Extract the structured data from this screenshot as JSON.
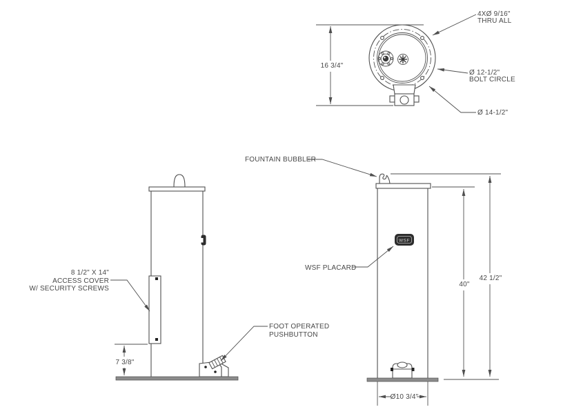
{
  "drawing": {
    "top_view": {
      "dim_height": "16 3/4\"",
      "holes_line1": "4XØ 9/16\"",
      "holes_line2": "THRU ALL",
      "bolt_circle_line1": "Ø 12-1/2\"",
      "bolt_circle_line2": "BOLT CIRCLE",
      "outer_dia": "Ø 14-1/2\""
    },
    "side_view": {
      "cover_line1": "8 1/2\" X 14\"",
      "cover_line2": "ACCESS COVER",
      "cover_line3": "W/ SECURITY SCREWS",
      "dim_pedal_height": "7 3/8\"",
      "pushbutton_line1": "FOOT OPERATED",
      "pushbutton_line2": "PUSHBUTTON"
    },
    "front_view": {
      "bubbler_label": "FOUNTAIN BUBBLER",
      "placard_label": "WSF PLACARD",
      "placard_text": "WSF",
      "dim_rim_height": "40\"",
      "dim_overall_height": "42 1/2\"",
      "dim_base_dia": "Ø10 3/4\""
    },
    "colors": {
      "line": "#4f4f4f",
      "text": "#474747",
      "base_fill": "#8c8c8c",
      "placard_fill": "#2d2d2d"
    }
  }
}
